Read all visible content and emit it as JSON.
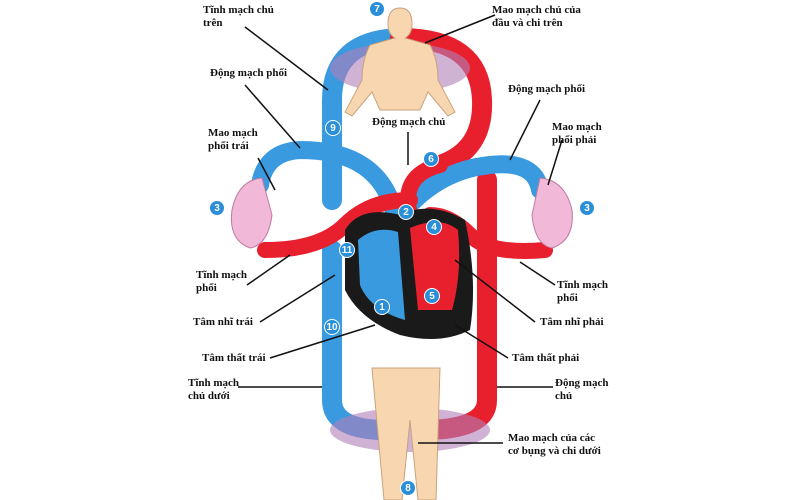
{
  "colors": {
    "oxygen_poor": "#3a9ae0",
    "oxygen_rich": "#e8202e",
    "heart": "#1a1a1a",
    "body": "#f8d7b0",
    "lung": "#f2b8d8"
  },
  "labels": {
    "svc": "Tĩnh mạch chủ\ntrên",
    "upper_caps": "Mao mạch chủ của\nđầu và chi trên",
    "pa_left": "Động mạch phổi",
    "pa_right": "Động mạch phổi",
    "aorta_top": "Động mạch chủ",
    "lung_caps_left": "Mao mạch\nphổi trái",
    "lung_caps_right": "Mao mạch\nphổi phải",
    "pv_left": "Tĩnh mạch\nphổi",
    "pv_right": "Tĩnh mạch\nphổi",
    "la": "Tâm nhĩ trái",
    "ra": "Tâm nhĩ phải",
    "lv": "Tâm thất trái",
    "rv": "Tâm thất phải",
    "ivc": "Tĩnh mạch\nchủ dưới",
    "aorta_bottom": "Động mạch\nchủ",
    "lower_caps": "Mao mạch của các\ncơ bụng và chi dưới"
  },
  "numbers": {
    "n7": "7",
    "n9": "9",
    "n6": "6",
    "n2": "2",
    "n4": "4",
    "n3l": "3",
    "n3r": "3",
    "n11": "11",
    "n5": "5",
    "n1": "1",
    "n10": "10",
    "n8": "8"
  }
}
